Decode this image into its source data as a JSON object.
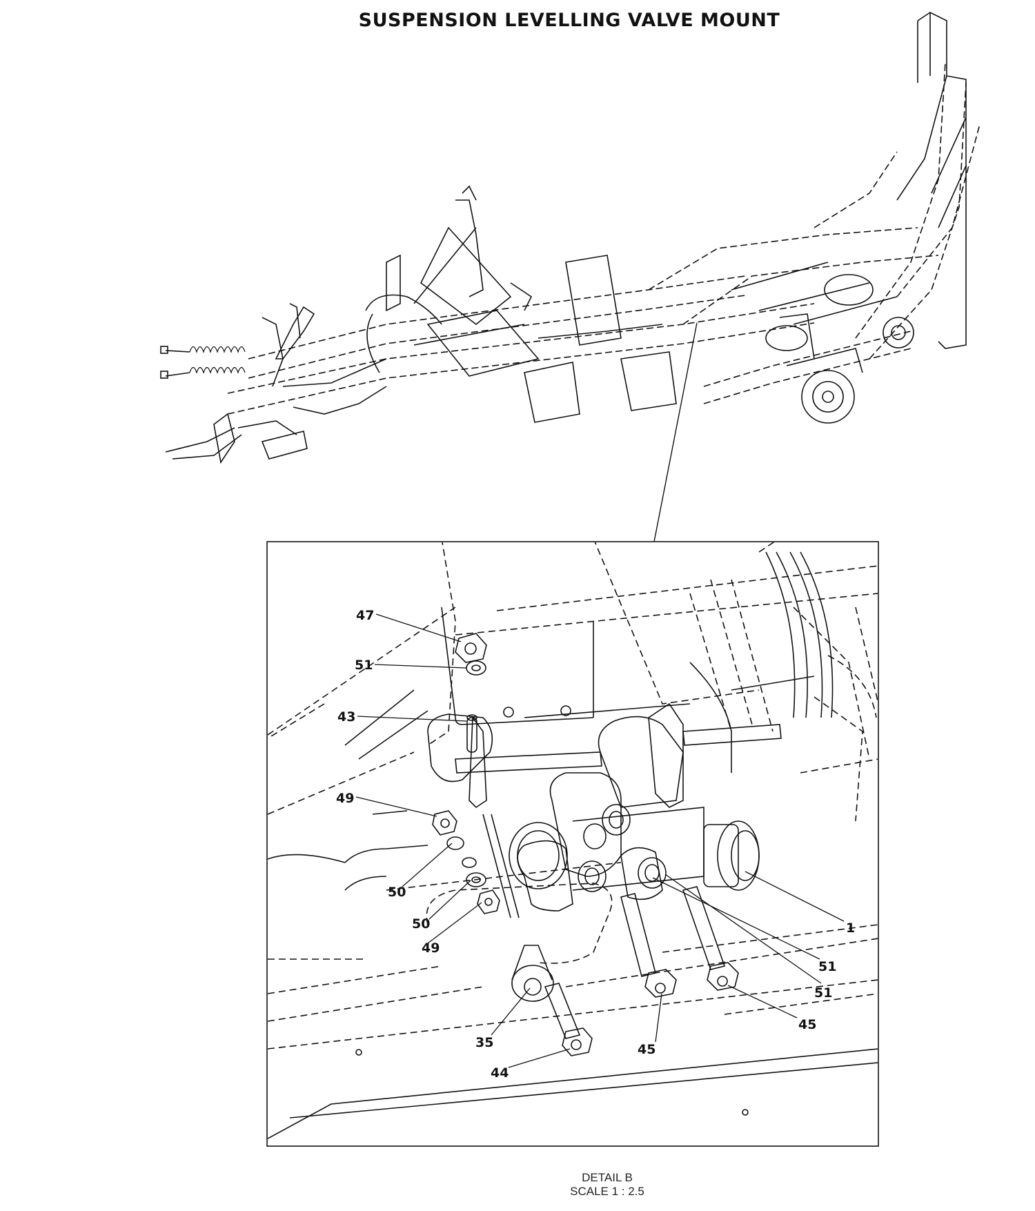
{
  "title": "SUSPENSION LEVELLING VALVE MOUNT",
  "detail": {
    "name": "DETAIL B",
    "scale": "SCALE 1 : 2.5"
  },
  "callouts": [
    {
      "id": "c47a",
      "label": "47"
    },
    {
      "id": "c51a",
      "label": "51"
    },
    {
      "id": "c43",
      "label": "43"
    },
    {
      "id": "c49a",
      "label": "49"
    },
    {
      "id": "c50a",
      "label": "50"
    },
    {
      "id": "c50b",
      "label": "50"
    },
    {
      "id": "c49b",
      "label": "49"
    },
    {
      "id": "c35",
      "label": "35"
    },
    {
      "id": "c44",
      "label": "44"
    },
    {
      "id": "c45a",
      "label": "45"
    },
    {
      "id": "c45b",
      "label": "45"
    },
    {
      "id": "c51b",
      "label": "51"
    },
    {
      "id": "c51c",
      "label": "51"
    },
    {
      "id": "c1",
      "label": "1"
    }
  ]
}
